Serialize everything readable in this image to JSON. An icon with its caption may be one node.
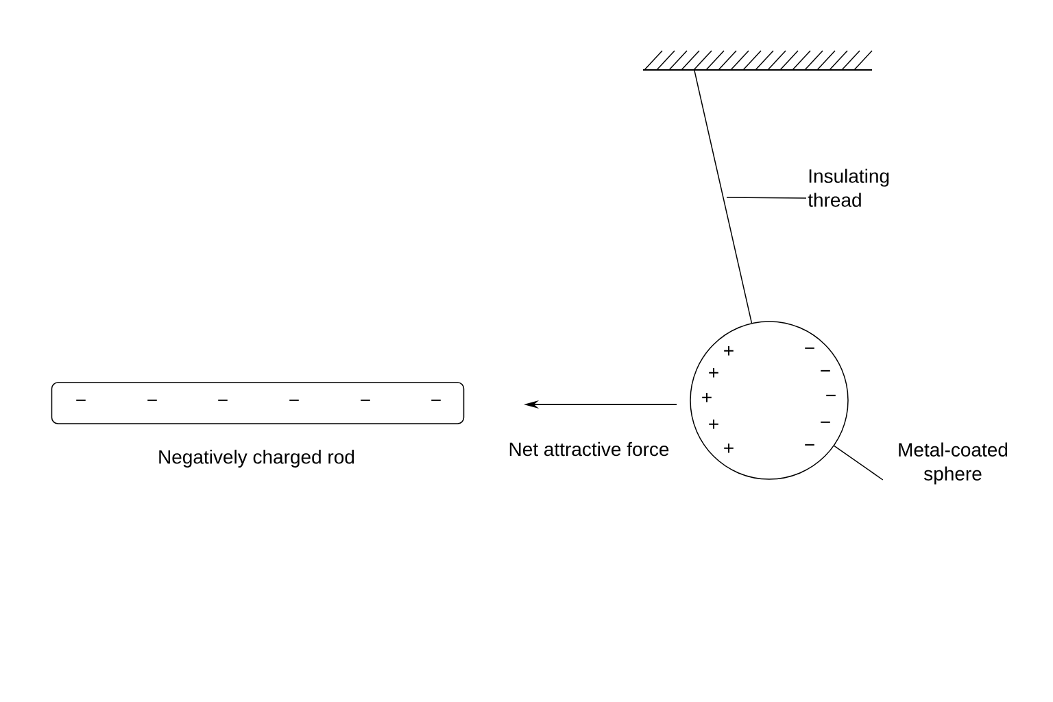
{
  "diagram": {
    "nodes": [
      {
        "text": [
          "−",
          "−",
          "−",
          "−",
          "−",
          "−"
        ],
        "beside": [
          "Negatively charged rod"
        ]
      },
      {
        "text": [
          "+",
          "+",
          "+",
          "+",
          "+",
          "−",
          "−",
          "−",
          "−",
          "−"
        ]
      },
      {
        "text": [
          "Insulating thread"
        ]
      },
      {
        "text": [],
        "shape": "bar"
      },
      {
        "text": [
          "Metal-coated sphere"
        ]
      }
    ],
    "edges": [
      {
        "from": 3,
        "to": 1,
        "arrow": "none"
      },
      {
        "from": 2,
        "to": null,
        "arrow": "none"
      },
      {
        "from": 4,
        "to": 1,
        "arrow": "none"
      }
    ],
    "labels": [
      "Net attractive force"
    ]
  }
}
